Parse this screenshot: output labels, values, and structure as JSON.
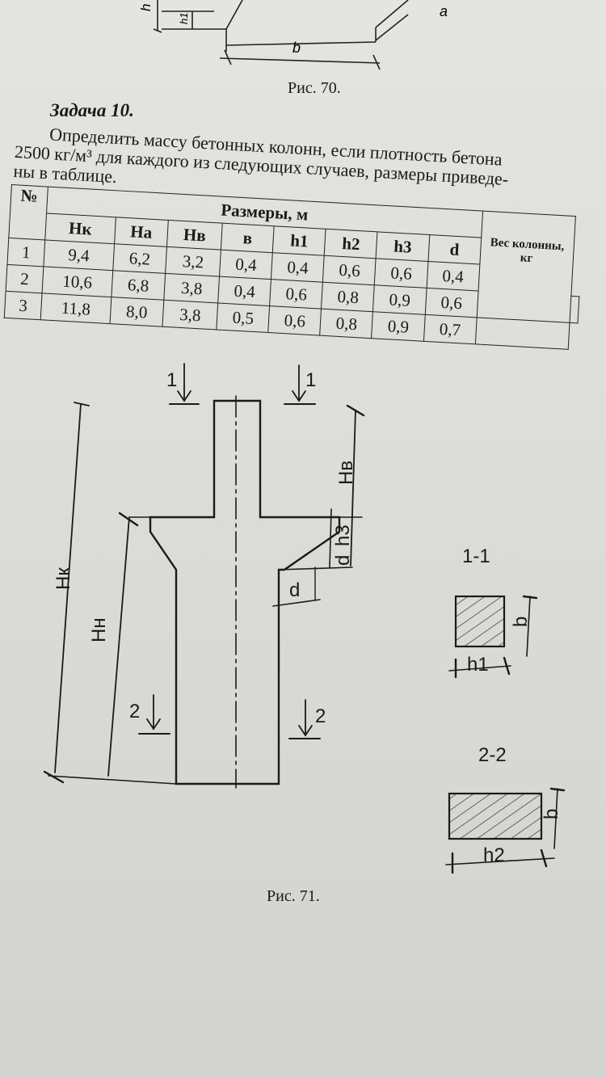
{
  "fig70": {
    "label_h": "h",
    "label_h1": "h1",
    "label_a": "a",
    "label_b": "b",
    "caption": "Рис. 70."
  },
  "task": {
    "title": "Задача 10.",
    "lines": [
      "Определить массу бетонных колонн, если плотность бетона",
      "2500 кг/м³ для каждого из следующих случаев, размеры приведе-",
      "ны в таблице."
    ]
  },
  "table": {
    "num_header": "№",
    "group_header": "Размеры, м",
    "weight_header": "Вес колонны, кг",
    "columns": [
      "Нк",
      "На",
      "Нв",
      "в",
      "h1",
      "h2",
      "h3",
      "d"
    ],
    "rows": [
      [
        "1",
        "9,4",
        "6,2",
        "3,2",
        "0,4",
        "0,4",
        "0,6",
        "0,6",
        "0,4",
        ""
      ],
      [
        "2",
        "10,6",
        "6,8",
        "3,8",
        "0,4",
        "0,6",
        "0,8",
        "0,9",
        "0,6",
        ""
      ],
      [
        "3",
        "11,8",
        "8,0",
        "3,8",
        "0,5",
        "0,6",
        "0,8",
        "0,9",
        "0,7",
        ""
      ]
    ]
  },
  "fig71": {
    "section_mark_1": "1",
    "section_mark_2": "2",
    "label_hk": "Нк",
    "label_hn": "Нн",
    "label_hv": "Нв",
    "label_h3": "h3",
    "label_d": "d",
    "section_1_title": "1-1",
    "section_1_h": "h1",
    "section_1_b": "b",
    "section_2_title": "2-2",
    "section_2_h": "h2",
    "section_2_b": "b",
    "caption": "Рис. 71."
  }
}
